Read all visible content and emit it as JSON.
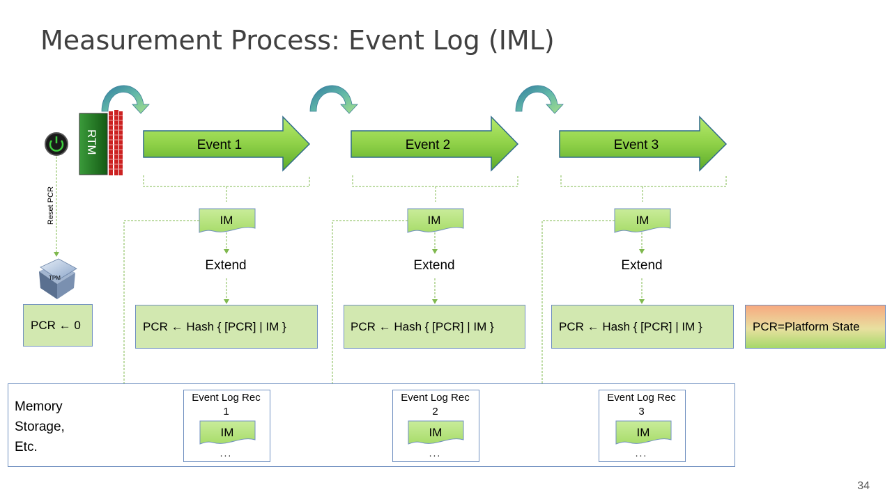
{
  "title": "Measurement Process: Event Log (IML)",
  "rtm_label": "RTM",
  "reset_label": "Reset PCR",
  "tpm_label": "TPM",
  "initial_pcr": "PCR ← 0",
  "events": [
    {
      "label": "Event 1",
      "im": "IM",
      "extend": "Extend",
      "pcr": "PCR ← Hash { [PCR] | IM }",
      "log_title": "Event Log Rec",
      "log_num": "1",
      "log_im": "IM",
      "log_dots": "..."
    },
    {
      "label": "Event 2",
      "im": "IM",
      "extend": "Extend",
      "pcr": "PCR ← Hash { [PCR] | IM }",
      "log_title": "Event Log Rec",
      "log_num": "2",
      "log_im": "IM",
      "log_dots": "..."
    },
    {
      "label": "Event 3",
      "im": "IM",
      "extend": "Extend",
      "pcr": "PCR ← Hash { [PCR] | IM }",
      "log_title": "Event Log Rec",
      "log_num": "3",
      "log_im": "IM",
      "log_dots": "..."
    }
  ],
  "final_state": "PCR=Platform State",
  "memory_label": [
    "Memory",
    "Storage,",
    "Etc."
  ],
  "page_number": "34",
  "colors": {
    "event_arrow_light": "#a6e05a",
    "event_arrow_dark": "#5cae2c",
    "box_fill": "#d2e8b0",
    "box_border": "#6f8fc0",
    "connector": "#7fb84e"
  }
}
